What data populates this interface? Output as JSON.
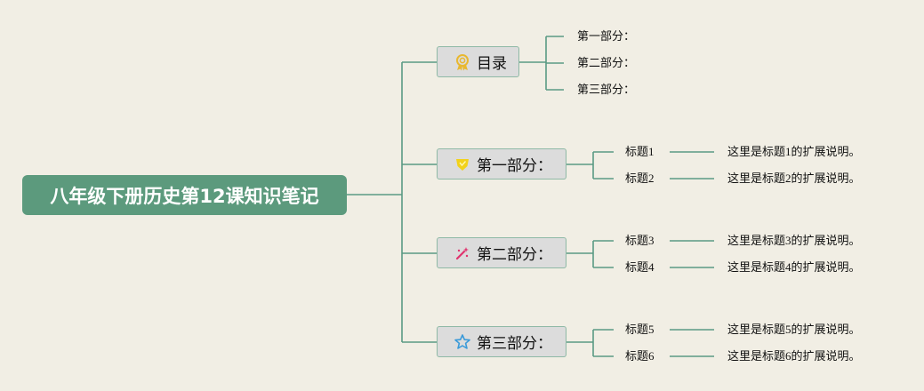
{
  "root": {
    "title": "八年级下册历史第12课知识笔记"
  },
  "branches": [
    {
      "label": "目录",
      "icon": "medal-icon",
      "color": "#e8b830",
      "children": [
        {
          "text": "第一部分："
        },
        {
          "text": "第二部分："
        },
        {
          "text": "第三部分："
        }
      ]
    },
    {
      "label": "第一部分：",
      "icon": "shield-icon",
      "color": "#f2d21a",
      "children": [
        {
          "title": "标题1",
          "note": "这里是标题1的扩展说明。"
        },
        {
          "title": "标题2",
          "note": "这里是标题2的扩展说明。"
        }
      ]
    },
    {
      "label": "第二部分：",
      "icon": "magic-wand-icon",
      "color": "#e0336e",
      "children": [
        {
          "title": "标题3",
          "note": "这里是标题3的扩展说明。"
        },
        {
          "title": "标题4",
          "note": "这里是标题4的扩展说明。"
        }
      ]
    },
    {
      "label": "第三部分：",
      "icon": "star-icon",
      "color": "#3a9ad9",
      "children": [
        {
          "title": "标题5",
          "note": "这里是标题5的扩展说明。"
        },
        {
          "title": "标题6",
          "note": "这里是标题6的扩展说明。"
        }
      ]
    }
  ],
  "colors": {
    "line": "#5a9a84",
    "root_fill": "#5c9a7d",
    "node_fill": "#dcdcdc",
    "background": "#f1eee4"
  }
}
